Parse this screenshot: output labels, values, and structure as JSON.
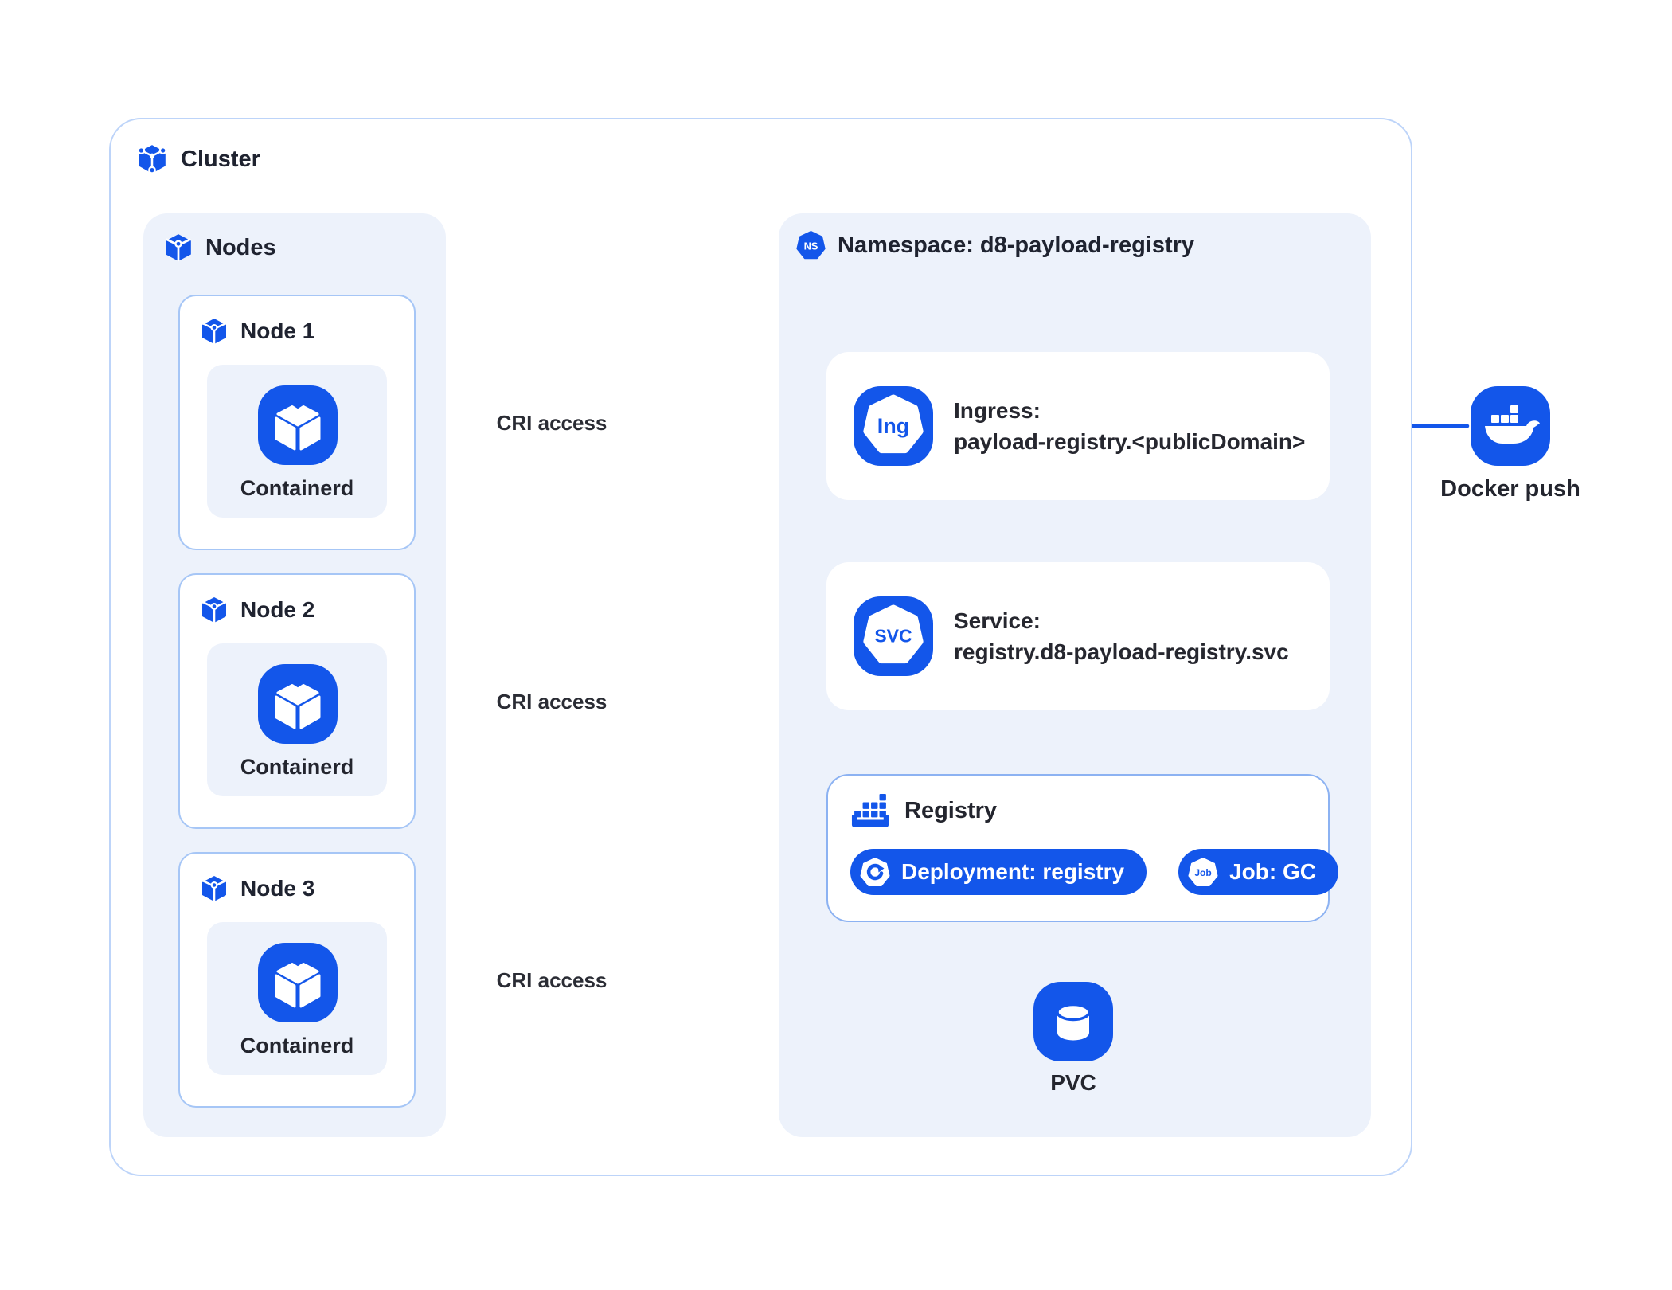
{
  "colors": {
    "accent": "#1356ea",
    "panel_bg": "#edf2fb",
    "cluster_border": "#bdd4f9",
    "node_border": "#a6c6f6",
    "registry_border": "#8cb2f2",
    "text": "#23252e"
  },
  "cluster": {
    "label": "Cluster"
  },
  "nodes": {
    "label": "Nodes",
    "items": [
      {
        "label": "Node 1",
        "runtime": "Containerd"
      },
      {
        "label": "Node 2",
        "runtime": "Containerd"
      },
      {
        "label": "Node 3",
        "runtime": "Containerd"
      }
    ]
  },
  "namespace": {
    "label": "Namespace: d8-payload-registry",
    "badge": "NS",
    "ingress": {
      "badge": "Ing",
      "title": "Ingress:",
      "subtitle": "payload-registry.<publicDomain>"
    },
    "service": {
      "badge": "SVC",
      "title": "Service:",
      "subtitle": "registry.d8-payload-registry.svc"
    },
    "registry": {
      "label": "Registry",
      "deployment": "Deployment: registry",
      "job_badge": "Job",
      "job": "Job: GC"
    },
    "pvc": {
      "label": "PVC"
    }
  },
  "external": {
    "docker": "Docker push"
  },
  "edges": {
    "cri": [
      "CRI access",
      "CRI access",
      "CRI access"
    ]
  }
}
